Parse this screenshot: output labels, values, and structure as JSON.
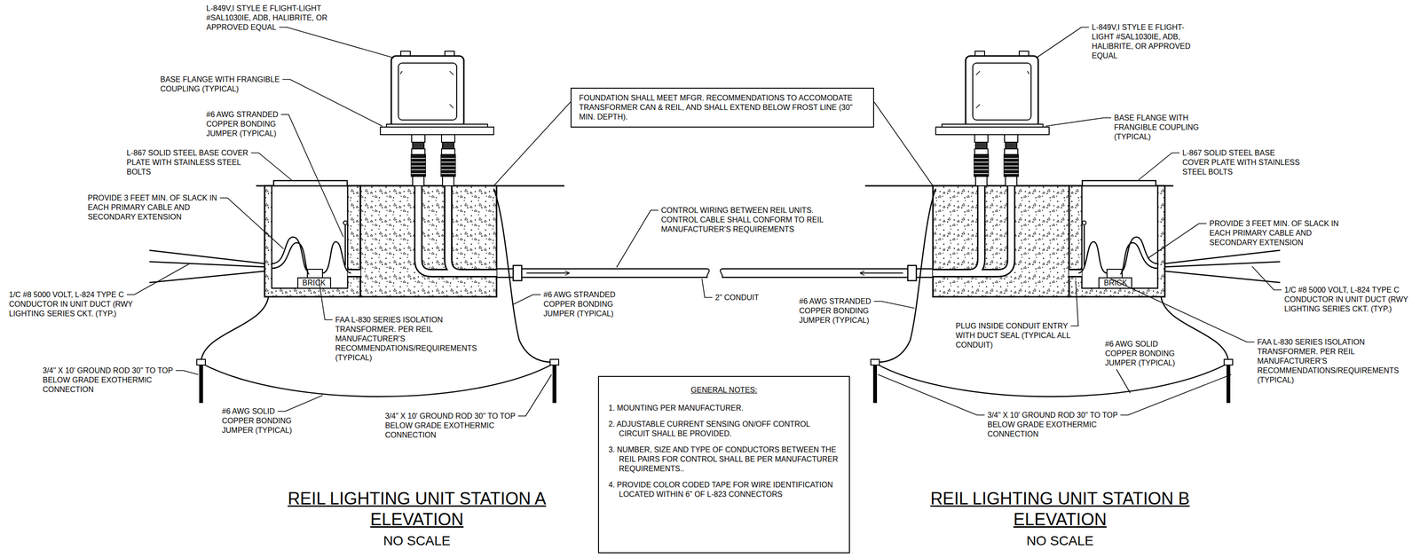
{
  "diagram": {
    "nodes": [
      {
        "text": [
          "FOUNDATION SHALL MEET MFGR. RECOMMENDATIONS TO ACCOMODATE TRANSFORMER CAN & REIL, AND SHALL EXTEND BELOW FROST LINE (30\" MIN. DEPTH)."
        ]
      },
      {
        "text": [
          "GENERAL NOTES:",
          "1. MOUNTING PER MANUFACTURER.",
          "2. ADJUSTABLE CURRENT SENSING ON/OFF CONTROL CIRCUIT SHALL BE PROVIDED.",
          "3. NUMBER, SIZE AND TYPE OF CONDUCTORS BETWEEN THE REIL PAIRS FOR CONTROL SHALL BE PER MANUFACTURER REQUIREMENTS..",
          "4. PROVIDE COLOR CODED TAPE FOR WIRE IDENTIFICATION LOCATED WITHIN 6\" OF L-823 CONNECTORS"
        ]
      }
    ],
    "labels": [
      "L-849V,I STYLE E FLIGHT-LIGHT #SAL1030IE, ADB, HALIBRITE, OR APPROVED EQUAL",
      "BASE FLANGE WITH FRANGIBLE COUPLING (TYPICAL)",
      "#6 AWG STRANDED COPPER BONDING JUMPER (TYPICAL)",
      "L-867 SOLID STEEL BASE COVER PLATE WITH STAINLESS STEEL BOLTS",
      "PROVIDE 3 FEET MIN. OF SLACK IN EACH PRIMARY CABLE AND SECONDARY EXTENSION",
      "1/C #8 5000 VOLT, L-824 TYPE C CONDUCTOR IN UNIT DUCT (RWY LIGHTING SERIES CKT. (TYP.)",
      "BRICK",
      "FAA L-830 SERIES ISOLATION TRANSFORMER. PER REIL MANUFACTURER'S RECOMMENDATIONS/REQUIREMENTS (TYPICAL)",
      "#6 AWG STRANDED COPPER BONDING JUMPER (TYPICAL)",
      "3/4\" X 10' GROUND ROD 30\" TO TOP BELOW GRADE EXOTHERMIC CONNECTION",
      "#6 AWG SOLID COPPER BONDING JUMPER (TYPICAL)",
      "3/4\" X 10' GROUND ROD 30\" TO TOP BELOW GRADE EXOTHERMIC CONNECTION",
      "CONTROL WIRING BETWEEN REIL UNITS. CONTROL CABLE SHALL CONFORM TO REIL MANUFACTURER'S REQUIREMENTS",
      "2\" CONDUIT",
      "L-849V,I STYLE E FLIGHT-LIGHT #SAL1030IE, ADB, HALIBRITE, OR APPROVED EQUAL",
      "BASE FLANGE WITH FRANGIBLE COUPLING (TYPICAL)",
      "L-867 SOLID STEEL BASE COVER PLATE WITH STAINLESS STEEL BOLTS",
      "PROVIDE 3 FEET MIN. OF SLACK IN EACH PRIMARY CABLE AND SECONDARY EXTENSION",
      "1/C #8 5000 VOLT, L-824 TYPE C CONDUCTOR IN UNIT DUCT (RWY LIGHTING SERIES CKT. (TYP.)",
      "#6 AWG STRANDED COPPER BONDING JUMPER (TYPICAL)",
      "PLUG INSIDE CONDUIT ENTRY WITH DUCT SEAL (TYPICAL ALL CONDUIT)",
      "BRICK",
      "FAA L-830 SERIES ISOLATION TRANSFORMER. PER REIL MANUFACTURER'S RECOMMENDATIONS/REQUIREMENTS (TYPICAL)",
      "#6 AWG SOLID COPPER BONDING JUMPER (TYPICAL)",
      "3/4\" X 10' GROUND ROD 30\" TO TOP BELOW GRADE EXOTHERMIC CONNECTION",
      "REIL LIGHTING UNIT STATION A ELEVATION",
      "NO SCALE",
      "REIL LIGHTING UNIT STATION B ELEVATION",
      "NO SCALE"
    ]
  }
}
